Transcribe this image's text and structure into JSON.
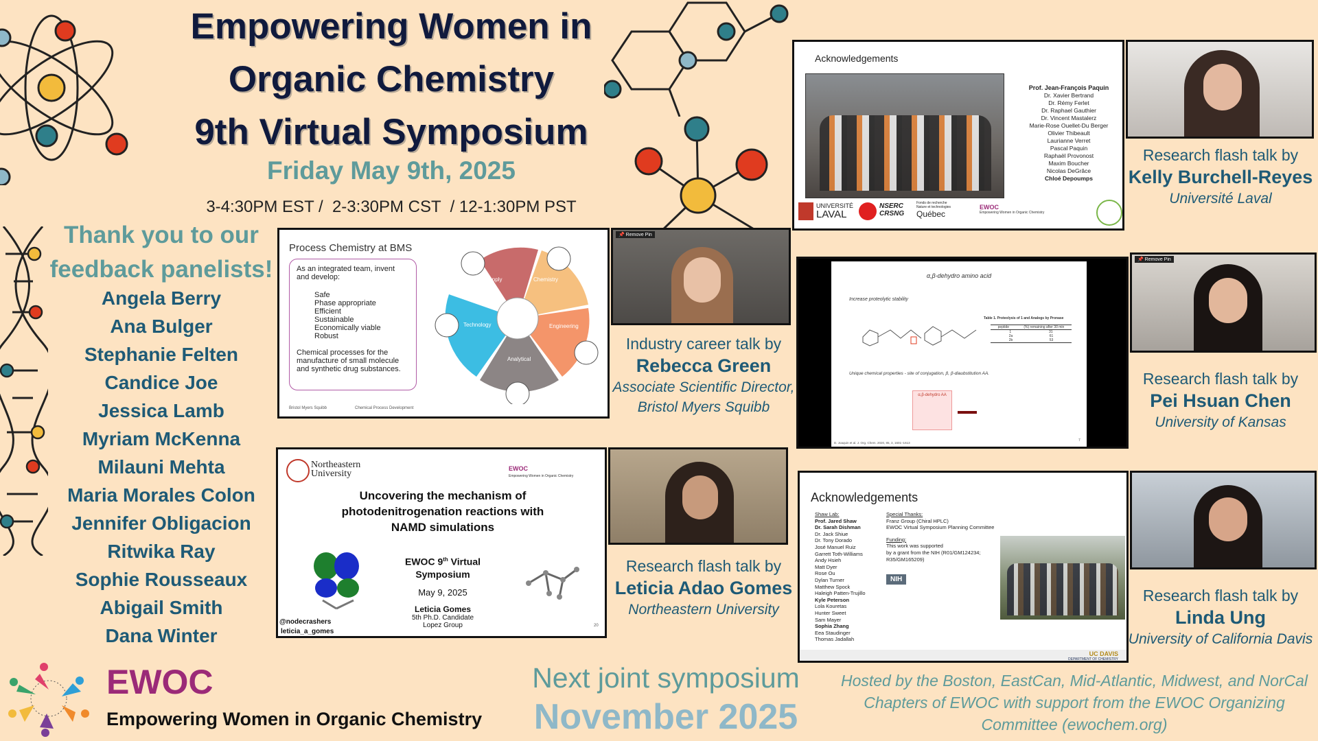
{
  "header": {
    "title_line1": "Empowering Women in",
    "title_line2": "Organic Chemistry",
    "title_line3": "9th Virtual Symposium",
    "date": "Friday May 9th, 2025",
    "times": "3-4:30PM EST /  2-3:30PM CST  / 12-1:30PM PST"
  },
  "panel": {
    "thanks": "Thank you to our feedback panelists!",
    "names": [
      "Angela Berry",
      "Ana Bulger",
      "Stephanie Felten",
      "Candice Joe",
      "Jessica Lamb",
      "Myriam McKenna",
      "Milauni Mehta",
      "Maria Morales Colon",
      "Jennifer Obligacion",
      "Ritwika Ray",
      "Sophie Rousseaux",
      "Abigail Smith",
      "Dana Winter"
    ]
  },
  "slide_bms": {
    "title": "Process Chemistry at BMS",
    "intro": "As an integrated team, invent and develop:",
    "bullets": [
      "Safe",
      "Phase appropriate",
      "Efficient",
      "Sustainable",
      "Economically viable",
      "Robust"
    ],
    "footer_text": "Chemical processes for the manufacture of small molecule and synthetic drug substances.",
    "segments": [
      "Supply",
      "Chemistry",
      "Technology",
      "Engineering",
      "Analytical"
    ],
    "bottom_left": "Bristol Myers Squibb",
    "bottom_right": "Chemical Process Development"
  },
  "speaker1": {
    "remove_pin": "Remove Pin",
    "line1": "Industry career talk by",
    "name": "Rebecca Green",
    "line3": "Associate Scientific Director,",
    "line4": "Bristol Myers Squibb"
  },
  "slide_northeastern": {
    "univ_line1": "Northeastern",
    "univ_line2": "University",
    "ewoc_label": "EWOC",
    "ewoc_sub": "Empowering Women in Organic Chemistry",
    "title": "Uncovering the mechanism of photodenitrogenation reactions with NAMD simulations",
    "event_line1": "EWOC 9",
    "event_sup": "th",
    "event_line1b": " Virtual",
    "event_line2": "Symposium",
    "date": "May 9, 2025",
    "presenter": "Leticia Gomes",
    "role": "5th Ph.D. Candidate",
    "group": "Lopez Group",
    "handle1": "@nodecrashers",
    "handle2": "leticia_a_gomes",
    "page": "20"
  },
  "speaker2": {
    "line1": "Research flash talk by",
    "name": "Leticia Adao Gomes",
    "line3": "Northeastern University"
  },
  "slide_laval": {
    "title": "Acknowledgements",
    "names": [
      "Prof. Jean-François Paquin",
      "Dr. Xavier Bertrand",
      "Dr. Rémy Ferlet",
      "Dr. Raphael Gauthier",
      "Dr. Vincent Mastalerz",
      "Marie-Rose Ouellet-Du Berger",
      "Olivier Thibeault",
      "Laurianne Verret",
      "Pascal Paquin",
      "Raphaël Provonost",
      "Maxim Boucher",
      "Nicolas DeGrâce",
      "Chloé Depoumps"
    ],
    "logo1a": "UNIVERSITÉ",
    "logo1b": "LAVAL",
    "logo2a": "NSERC",
    "logo2b": "CRSNG",
    "logo3a": "Fonds de recherche",
    "logo3b": "Nature et technologies",
    "logo3c": "Québec",
    "logo4": "EWOC",
    "logo4b": "Empowering Women in Organic Chemistry"
  },
  "speaker3": {
    "line1": "Research flash talk by",
    "name": "Kelly Burchell-Reyes",
    "line3": "Université Laval"
  },
  "slide_kansas": {
    "title": "α,β-dehydro amino acid",
    "bullet1": "Increase proteolytic stability",
    "bullet2": "Unique chemical properties - site of conjugation, β, β-diaubstitution AA.",
    "table_title": "Table 1. Proteolysis of 1 and Analogs by Pronase",
    "table_headers": [
      "peptide",
      "(%) remaining after 30 min"
    ],
    "table_rows": [
      [
        "1",
        "31"
      ],
      [
        "2a",
        "61"
      ],
      [
        "2b",
        "53"
      ]
    ],
    "box_label": "α,β-dehydro AA",
    "cite": "D. Joaquin et al. J. Org. Chem. 2020, 85, 3, 1601–1613",
    "page": "7"
  },
  "speaker4": {
    "remove_pin": "Remove Pin",
    "line1": "Research flash talk by",
    "name": "Pei Hsuan Chen",
    "line3": "University of Kansas"
  },
  "slide_davis": {
    "title": "Acknowledgements",
    "lab_header": "Shaw Lab:",
    "lab": [
      "Prof. Jared Shaw",
      "Dr. Sarah Dishman",
      "Dr. Jack Shiue",
      "Dr. Tony Dorado",
      "José Manuel Ruiz",
      "Garrett Toth-Williams",
      "Andy Hsieh",
      "Matt Dyer",
      "Rose Ou",
      "Dylan Turner",
      "Matthew Spock",
      "Haleigh Patten-Trujillo",
      "Kyle Peterson",
      "Lola Kouretas",
      "Hunter Sweet",
      "Sam Mayer",
      "Sophia Zhang",
      "Eea Staudinger",
      "Thomas Jadallah"
    ],
    "thanks_header": "Special Thanks:",
    "thanks": [
      "Franz Group (Chiral HPLC)",
      "EWOC Virtual Symposium Planning Committee"
    ],
    "funding_header": "Funding:",
    "funding": [
      "This work was supported",
      "by a grant from the NIH (R01/GM124234;",
      "R35/GM165209)"
    ],
    "nih": "NIH",
    "footer1": "UC DAVIS",
    "footer2": "DEPARTMENT OF CHEMISTRY"
  },
  "speaker5": {
    "line1": "Research flash talk by",
    "name": "Linda Ung",
    "line3": "University of California Davis"
  },
  "footer": {
    "ewoc": "EWOC",
    "ewoc_full": "Empowering Women in Organic Chemistry",
    "next_line1": "Next joint symposium",
    "next_line2": "November 2025",
    "hosted": "Hosted by the Boston, EastCan, Mid-Atlantic, Midwest, and NorCal Chapters of EWOC with support from the EWOC Organizing Committee (ewochem.org)"
  },
  "colors": {
    "background": "#fde3c2",
    "title": "#101a3d",
    "teal": "#5e9b9b",
    "navy_text": "#1e5a76",
    "ewoc_purple": "#9b2a78",
    "red_node": "#e03b1f",
    "yellow_node": "#f2bb3c",
    "teal_node": "#2f7f8a"
  }
}
